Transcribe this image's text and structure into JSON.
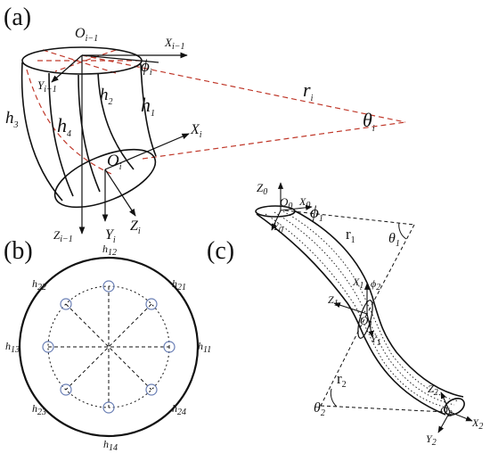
{
  "panels": {
    "a": "(a)",
    "b": "(b)",
    "c": "(c)"
  },
  "panel_a": {
    "O_prev": "O",
    "O_prev_sub": "i−1",
    "X_prev": "X",
    "X_prev_sub": "i−1",
    "phi": "ϕ",
    "phi_sub": "i",
    "r": "r",
    "r_sub": "i",
    "theta": "θ",
    "theta_sub": "i",
    "h1": "h",
    "h1_sub": "1",
    "h2": "h",
    "h2_sub": "2",
    "h3": "h",
    "h3_sub": "3",
    "h4": "h",
    "h4_sub": "4",
    "Y_prev": "Y",
    "Y_prev_sub": "i−1",
    "X_i": "X",
    "X_i_sub": "i",
    "O_i": "O",
    "O_i_sub": "i",
    "Y_i": "Y",
    "Y_i_sub": "i",
    "Z_i": "Z",
    "Z_i_sub": "i",
    "Z_prev": "Z",
    "Z_prev_sub": "i−1"
  },
  "panel_b": {
    "h12": "h",
    "h12_sub": "12",
    "h21": "h",
    "h21_sub": "21",
    "h22": "h",
    "h22_sub": "22",
    "h11": "h",
    "h11_sub": "11",
    "h13": "h",
    "h13_sub": "13",
    "h23": "h",
    "h23_sub": "23",
    "h24": "h",
    "h24_sub": "24",
    "h14": "h",
    "h14_sub": "14"
  },
  "panel_c": {
    "Z0": "Z",
    "Z0_sub": "0",
    "O0": "O",
    "O0_sub": "0",
    "X0": "X",
    "X0_sub": "0",
    "phi1": "ϕ",
    "phi1_sub": "1",
    "Y0": "Y",
    "Y0_sub": "0",
    "r1": "r",
    "r1_sub": "1",
    "theta1": "θ",
    "theta1_sub": "1",
    "X1": "X",
    "X1_sub": "1",
    "phi2": "ϕ",
    "phi2_sub": "2",
    "Z1": "Z",
    "Z1_sub": "1",
    "O1": "O",
    "O1_sub": "1",
    "Y1": "Y",
    "Y1_sub": "1",
    "r2": "r",
    "r2_sub": "2",
    "theta2": "θ",
    "theta2_sub": "2",
    "Z2": "Z",
    "Z2_sub": "2",
    "O2": "O",
    "O2_sub": "2",
    "X2": "X",
    "X2_sub": "2",
    "Y2": "Y",
    "Y2_sub": "2"
  },
  "colors": {
    "line": "#111111",
    "red_dash": "#c0392b",
    "marker": "#6a7fb5"
  }
}
